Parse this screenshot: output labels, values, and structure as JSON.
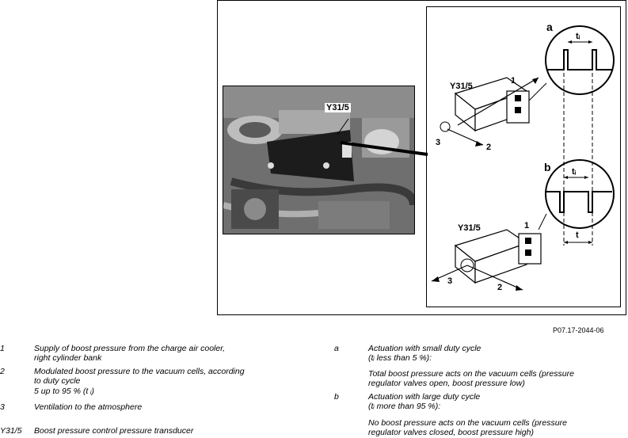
{
  "figure": {
    "reference": "P07.17-2044-06",
    "photo_label": "Y31/5",
    "diagram": {
      "panel_a": "a",
      "panel_b": "b",
      "ti_label": "tᵢ",
      "t_label": "t",
      "component_label": "Y31/5",
      "port_1": "1",
      "port_2": "2",
      "port_3": "3"
    }
  },
  "legend": {
    "items": [
      {
        "key": "1",
        "lines": [
          "Supply of boost pressure from the charge air cooler,",
          "right cylinder bank"
        ]
      },
      {
        "key": "2",
        "lines": [
          "Modulated boost pressure to the vacuum cells, according",
          "to duty cycle",
          "5 up to 95 % (t ᵢ)"
        ]
      },
      {
        "key": "3",
        "lines": [
          "Ventilation to the atmosphere"
        ]
      },
      {
        "key": "Y31/5",
        "lines": [
          "Boost pressure control pressure transducer"
        ]
      }
    ],
    "right_items": [
      {
        "key": "a",
        "lines": [
          "Actuation with small duty cycle",
          "(tᵢ less than 5 %):"
        ],
        "note": [
          "Total boost pressure acts on the vacuum cells (pressure",
          "regulator valves open, boost pressure low)"
        ]
      },
      {
        "key": "b",
        "lines": [
          "Actuation with large duty cycle",
          "(tᵢ more than 95 %):"
        ],
        "note": [
          "No boost pressure acts on the vacuum cells (pressure",
          "regulator valves closed, boost pressure high)"
        ]
      }
    ]
  }
}
